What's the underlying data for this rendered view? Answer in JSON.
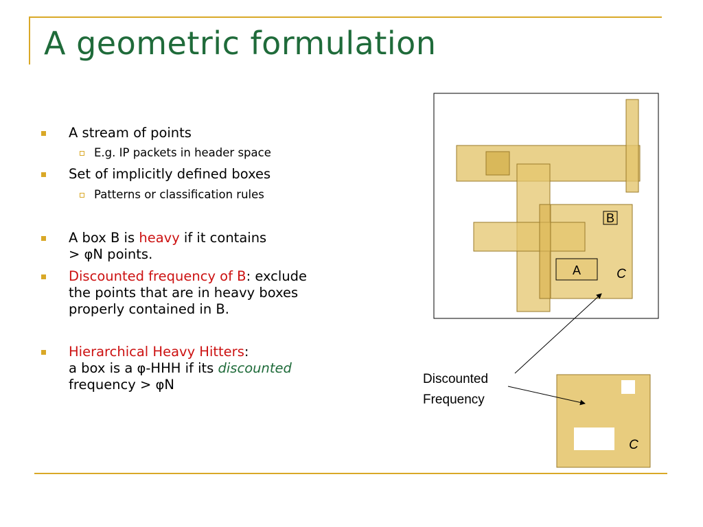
{
  "slide": {
    "title": "A geometric formulation",
    "bullets": [
      {
        "level": 1,
        "text": "A stream of points"
      },
      {
        "level": 2,
        "text": "E.g. IP packets in header space"
      },
      {
        "level": 1,
        "text": "Set of implicitly defined boxes"
      },
      {
        "level": 2,
        "text": "Patterns or classification rules"
      },
      {
        "level": 1,
        "line1_a": "A box B is ",
        "line1_red": "heavy",
        "line1_b": " if it contains",
        "line2": "> φN points."
      },
      {
        "level": 1,
        "line1_red": "Discounted frequency of B",
        "line1_b": ": exclude",
        "line2": "the points that are in heavy boxes",
        "line3": "properly contained in B."
      },
      {
        "level": 1,
        "line1_red": "Hierarchical Heavy Hitters",
        "line1_b": ":",
        "line2_a": "a box is a  φ-HHH if its ",
        "line2_green": "discounted",
        "line3": "frequency > φN"
      }
    ]
  },
  "diagram": {
    "label_B": "B",
    "label_A": "A",
    "label_C": "C",
    "label_C2": "C",
    "caption_line1": "Discounted",
    "caption_line2": "Frequency",
    "colors": {
      "box_fill": "#e8cc7e",
      "box_stroke": "#9a7a2a",
      "accent": "#d9a827",
      "title": "#1f6b3a",
      "highlight": "#cc1111"
    }
  }
}
